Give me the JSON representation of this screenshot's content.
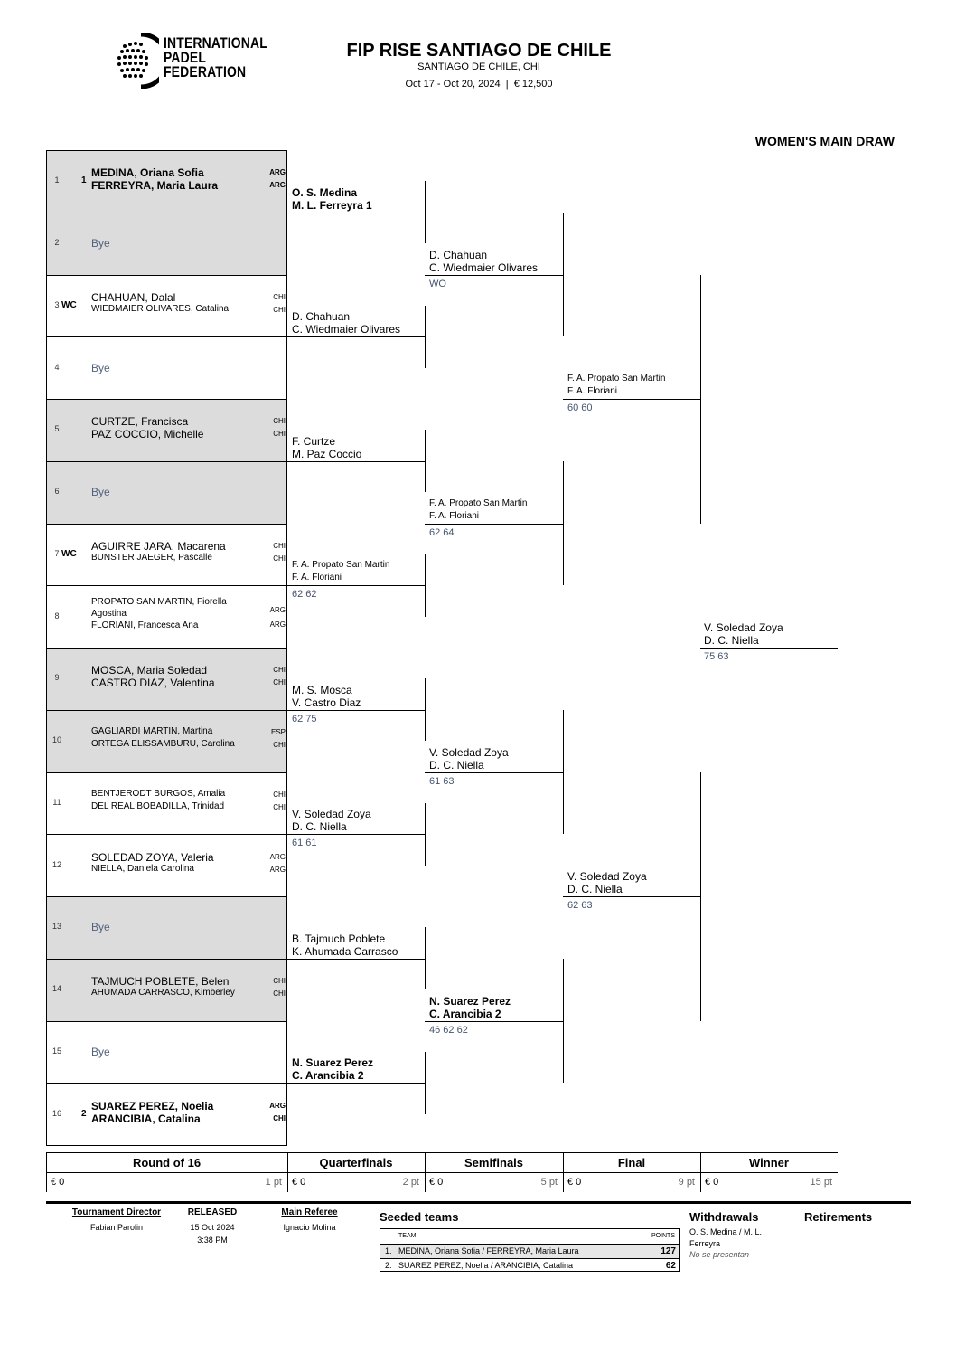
{
  "logo": {
    "lines": [
      "INTERNATIONAL",
      "PADEL",
      "FEDERATION"
    ]
  },
  "header": {
    "title": "FIP RISE SANTIAGO DE CHILE",
    "location": "SANTIAGO DE CHILE, CHI",
    "dates": "Oct 17 - Oct 20, 2024  |  € 12,500"
  },
  "draw_title": "WOMEN'S MAIN DRAW",
  "slots": [
    {
      "num": "1",
      "seed": "1",
      "p1": "MEDINA, Oriana Sofia",
      "n1": "ARG",
      "p2": "FERREYRA, Maria Laura",
      "n2": "ARG"
    },
    {
      "num": "2",
      "bye": "Bye"
    },
    {
      "num": "3",
      "seed": "WC",
      "p1": "CHAHUAN, Dalal",
      "n1": "CHI",
      "p2": "WIEDMAIER OLIVARES, Catalina",
      "n2": "CHI"
    },
    {
      "num": "4",
      "bye": "Bye"
    },
    {
      "num": "5",
      "p1": "CURTZE, Francisca",
      "n1": "CHI",
      "p2": "PAZ COCCIO, Michelle",
      "n2": "CHI"
    },
    {
      "num": "6",
      "bye": "Bye"
    },
    {
      "num": "7",
      "seed": "WC",
      "p1": "AGUIRRE JARA, Macarena",
      "n1": "CHI",
      "p2": "BUNSTER JAEGER, Pascalle",
      "n2": "CHI"
    },
    {
      "num": "8",
      "p1": "PROPATO SAN MARTIN, Fiorella",
      "p1b": "Agostina",
      "n1": "ARG",
      "p2": "FLORIANI, Francesca Ana",
      "n2": "ARG"
    },
    {
      "num": "9",
      "p1": "MOSCA, Maria Soledad",
      "n1": "CHI",
      "p2": "CASTRO DIAZ, Valentina",
      "n2": "CHI"
    },
    {
      "num": "10",
      "p1": "GAGLIARDI MARTIN, Martina",
      "n1": "ESP",
      "p2": "ORTEGA ELISSAMBURU, Carolina",
      "n2": "CHI"
    },
    {
      "num": "11",
      "p1": "BENTJERODT BURGOS, Amalia",
      "n1": "CHI",
      "p2": "DEL REAL BOBADILLA, Trinidad",
      "n2": "CHI"
    },
    {
      "num": "12",
      "p1": "SOLEDAD ZOYA, Valeria",
      "n1": "ARG",
      "p2": "NIELLA, Daniela Carolina",
      "n2": "ARG"
    },
    {
      "num": "13",
      "bye": "Bye"
    },
    {
      "num": "14",
      "p1": "TAJMUCH POBLETE, Belen",
      "n1": "CHI",
      "p2": "AHUMADA CARRASCO, Kimberley",
      "n2": "CHI"
    },
    {
      "num": "15",
      "bye": "Bye"
    },
    {
      "num": "16",
      "seed": "2",
      "p1": "SUAREZ PEREZ, Noelia",
      "n1": "ARG",
      "p2": "ARANCIBIA, Catalina",
      "n2": "CHI"
    }
  ],
  "qf": [
    {
      "l1": "O. S. Medina",
      "l2": "M. L. Ferreyra  1",
      "score": ""
    },
    {
      "l1": "D. Chahuan",
      "l2": "C. Wiedmaier Olivares",
      "score": ""
    },
    {
      "l1": "F. Curtze",
      "l2": "M. Paz Coccio",
      "score": ""
    },
    {
      "l1": "F. A. Propato San Martin",
      "l2": "F. A. Floriani",
      "score": "62 62"
    },
    {
      "l1": "M. S. Mosca",
      "l2": "V. Castro Diaz",
      "score": "62 75"
    },
    {
      "l1": "V. Soledad Zoya",
      "l2": "D. C. Niella",
      "score": "61 61"
    },
    {
      "l1": "B. Tajmuch Poblete",
      "l2": "K. Ahumada Carrasco",
      "score": ""
    },
    {
      "l1": "N. Suarez Perez",
      "l2": "C. Arancibia  2",
      "score": ""
    }
  ],
  "sf": [
    {
      "l1": "D. Chahuan",
      "l2": "C. Wiedmaier Olivares",
      "score": "WO"
    },
    {
      "l1": "F. A. Propato San Martin",
      "l2": "F. A. Floriani",
      "score": "62 64"
    },
    {
      "l1": "V. Soledad Zoya",
      "l2": "D. C. Niella",
      "score": "61 63"
    },
    {
      "l1": "N. Suarez Perez",
      "l2": "C. Arancibia  2",
      "score": "46 62 62"
    }
  ],
  "final": [
    {
      "l1": "F. A. Propato San Martin",
      "l2": "F. A. Floriani",
      "score": "60 60"
    },
    {
      "l1": "V. Soledad Zoya",
      "l2": "D. C. Niella",
      "score": "62 63"
    }
  ],
  "winner": {
    "l1": "V. Soledad Zoya",
    "l2": "D. C. Niella",
    "score": "75 63"
  },
  "rounds": [
    {
      "label": "Round of 16",
      "prize": "€ 0",
      "points": "1 pt"
    },
    {
      "label": "Quarterfinals",
      "prize": "€ 0",
      "points": "2 pt"
    },
    {
      "label": "Semifinals",
      "prize": "€ 0",
      "points": "5 pt"
    },
    {
      "label": "Final",
      "prize": "€ 0",
      "points": "9 pt"
    },
    {
      "label": "Winner",
      "prize": "€ 0",
      "points": "15 pt"
    }
  ],
  "footer": {
    "director_title": "Tournament Director",
    "director": "Fabian Parolin",
    "released_title": "RELEASED",
    "released_date": "15 Oct 2024",
    "released_time": "3:38 PM",
    "referee_title": "Main Referee",
    "referee": "Ignacio Molina",
    "seeded_title": "Seeded teams",
    "seeded_col_team": "TEAM",
    "seeded_col_points": "POINTS",
    "seeded": [
      {
        "rank": "1.",
        "team": "MEDINA, Oriana Sofia / FERREYRA, Maria Laura",
        "points": "127"
      },
      {
        "rank": "2.",
        "team": "SUAREZ PEREZ, Noelia / ARANCIBIA, Catalina",
        "points": "62"
      }
    ],
    "withdrawals_title": "Withdrawals",
    "withdrawal_team_a": "O. S. Medina / M. L.",
    "withdrawal_team_b": "Ferreyra",
    "withdrawal_reason": "No se presentan",
    "retirements_title": "Retirements"
  }
}
